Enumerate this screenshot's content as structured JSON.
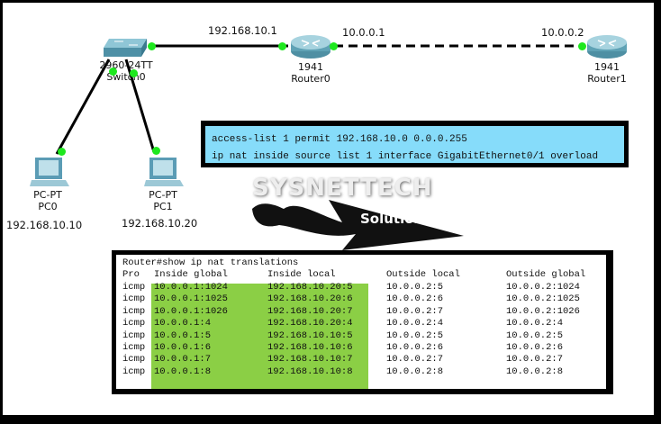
{
  "topology": {
    "devices": [
      {
        "id": "switch0",
        "model": "2960-24TT",
        "name": "Switch0",
        "type": "switch"
      },
      {
        "id": "router0",
        "model": "1941",
        "name": "Router0",
        "type": "router"
      },
      {
        "id": "router1",
        "model": "1941",
        "name": "Router1",
        "type": "router"
      },
      {
        "id": "pc0",
        "model": "PC-PT",
        "name": "PC0",
        "type": "pc",
        "ip": "192.168.10.10"
      },
      {
        "id": "pc1",
        "model": "PC-PT",
        "name": "PC1",
        "type": "pc",
        "ip": "192.168.10.20"
      }
    ],
    "links": [
      {
        "from": "switch0",
        "to": "router0",
        "style": "solid",
        "label": "192.168.10.1"
      },
      {
        "from": "router0",
        "to": "router1",
        "style": "dashed",
        "label_left": "10.0.0.1",
        "label_right": "10.0.0.2"
      },
      {
        "from": "switch0",
        "to": "pc0",
        "style": "solid"
      },
      {
        "from": "switch0",
        "to": "pc1",
        "style": "solid"
      }
    ],
    "link_status_color": "#1ee81e"
  },
  "config": {
    "lines": [
      "access-list 1 permit 192.168.10.0 0.0.0.255",
      "ip nat inside source list 1 interface GigabitEthernet0/1 overload"
    ],
    "background": "#86dcfa"
  },
  "watermark": {
    "title": "SYSNETTECH",
    "subtitle": "Solutions"
  },
  "terminal": {
    "command": "Router#show ip nat translations",
    "headers": [
      "Pro",
      "Inside global",
      "Inside local",
      "Outside local",
      "Outside global"
    ],
    "rows": [
      [
        "icmp",
        "10.0.0.1:1024",
        "192.168.10.20:5",
        "10.0.0.2:5",
        "10.0.0.2:1024"
      ],
      [
        "icmp",
        "10.0.0.1:1025",
        "192.168.10.20:6",
        "10.0.0.2:6",
        "10.0.0.2:1025"
      ],
      [
        "icmp",
        "10.0.0.1:1026",
        "192.168.10.20:7",
        "10.0.0.2:7",
        "10.0.0.2:1026"
      ],
      [
        "icmp",
        "10.0.0.1:4",
        "192.168.10.20:4",
        "10.0.0.2:4",
        "10.0.0.2:4"
      ],
      [
        "icmp",
        "10.0.0.1:5",
        "192.168.10.10:5",
        "10.0.0.2:5",
        "10.0.0.2:5"
      ],
      [
        "icmp",
        "10.0.0.1:6",
        "192.168.10.10:6",
        "10.0.0.2:6",
        "10.0.0.2:6"
      ],
      [
        "icmp",
        "10.0.0.1:7",
        "192.168.10.10:7",
        "10.0.0.2:7",
        "10.0.0.2:7"
      ],
      [
        "icmp",
        "10.0.0.1:8",
        "192.168.10.10:8",
        "10.0.0.2:8",
        "10.0.0.2:8"
      ]
    ],
    "highlight_color": "#8bcf45"
  }
}
